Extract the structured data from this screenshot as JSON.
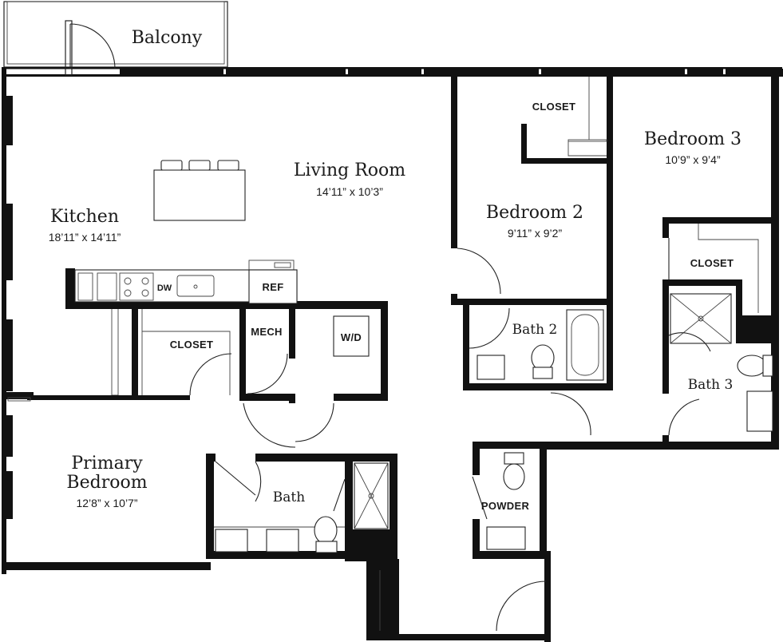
{
  "plan": {
    "rooms": {
      "balcony": {
        "name": "Balcony"
      },
      "living": {
        "name": "Living Room",
        "dims": "14’11” x 10’3”"
      },
      "kitchen": {
        "name": "Kitchen",
        "dims": "18’11” x 14’11”"
      },
      "bedroom2": {
        "name": "Bedroom 2",
        "dims": "9’11” x 9’2”"
      },
      "bedroom3": {
        "name": "Bedroom 3",
        "dims": "10’9” x 9’4”"
      },
      "primary": {
        "name_line1": "Primary",
        "name_line2": "Bedroom",
        "dims": "12’8” x 10’7”"
      },
      "bath": {
        "name": "Bath"
      },
      "bath2": {
        "name": "Bath 2"
      },
      "bath3": {
        "name": "Bath 3"
      }
    },
    "labels": {
      "closet_bed2": "CLOSET",
      "closet_bed3": "CLOSET",
      "closet_primary": "CLOSET",
      "mech": "MECH",
      "wd": "W/D",
      "ref": "REF",
      "dw": "DW",
      "powder": "POWDER"
    },
    "colors": {
      "wall": "#111111",
      "background": "#ffffff"
    }
  }
}
